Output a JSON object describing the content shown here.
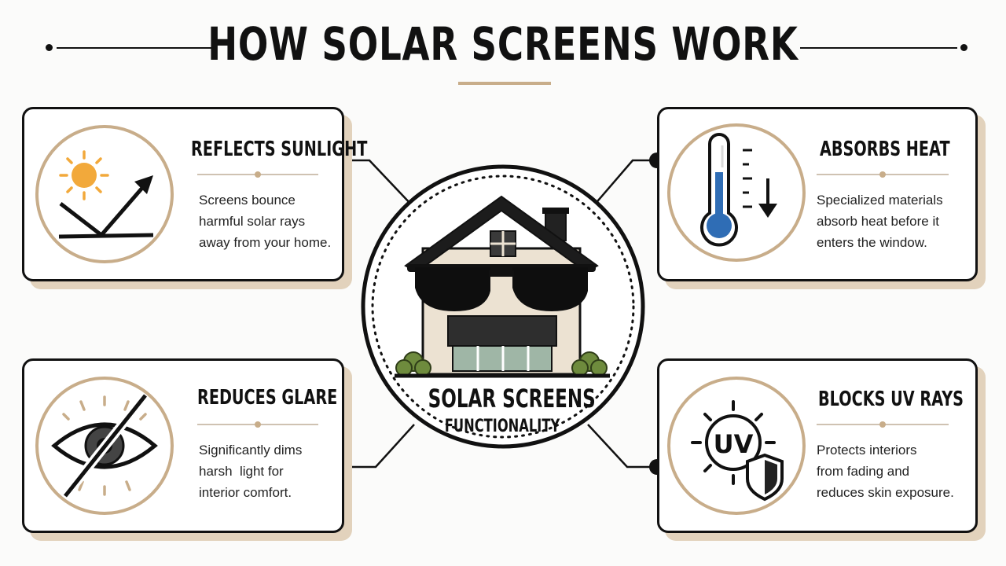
{
  "title": "HOW SOLAR SCREENS WORK",
  "center": {
    "label_line1": "SOLAR SCREENS",
    "label_line2": "FUNCTIONALITY"
  },
  "cards": [
    {
      "title": "REFLECTS SUNLIGHT",
      "icon": "sun-reflection-icon",
      "text": [
        "Screens bounce",
        "harmful solar rays",
        "away from your home."
      ]
    },
    {
      "title": "ABSORBS HEAT",
      "icon": "thermometer-icon",
      "text": [
        "Specialized materials",
        "absorb heat before it",
        "enters the window."
      ]
    },
    {
      "title": "REDUCES GLARE",
      "icon": "eye-slash-icon",
      "text": [
        "Significantly dims",
        "harsh  light for",
        "interior comfort."
      ]
    },
    {
      "title": "BLOCKS UV RAYS",
      "icon": "uv-shield-icon",
      "text": [
        "Protects interiors",
        "from fading and",
        "reduces skin exposure."
      ],
      "icon_text": "UV"
    }
  ],
  "colors": {
    "accent_tan": "#c8ad8a",
    "shadow_tan": "#e2d2bc",
    "sun_orange": "#f2a93b",
    "thermo_blue": "#2f6db5",
    "ink": "#111111"
  }
}
